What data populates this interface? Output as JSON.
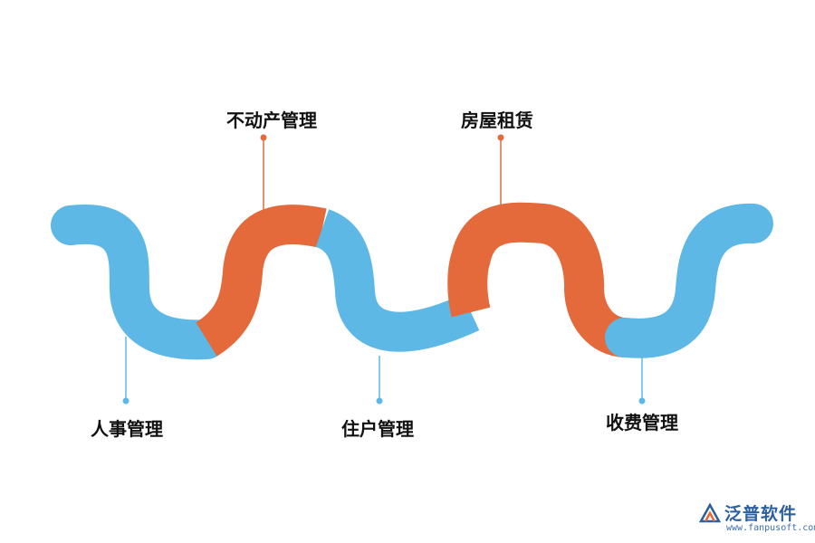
{
  "diagram": {
    "segments": [
      {
        "label": "人事管理",
        "color": "#5db8e6"
      },
      {
        "label": "不动产管理",
        "color": "#e46a3c"
      },
      {
        "label": "住户管理",
        "color": "#5db8e6"
      },
      {
        "label": "房屋租赁",
        "color": "#e46a3c"
      },
      {
        "label": "收费管理",
        "color": "#5db8e6"
      }
    ]
  },
  "logo": {
    "brand": "泛普软件",
    "url": "www.fanpusoft.com",
    "accent": "#2b5f9e"
  }
}
